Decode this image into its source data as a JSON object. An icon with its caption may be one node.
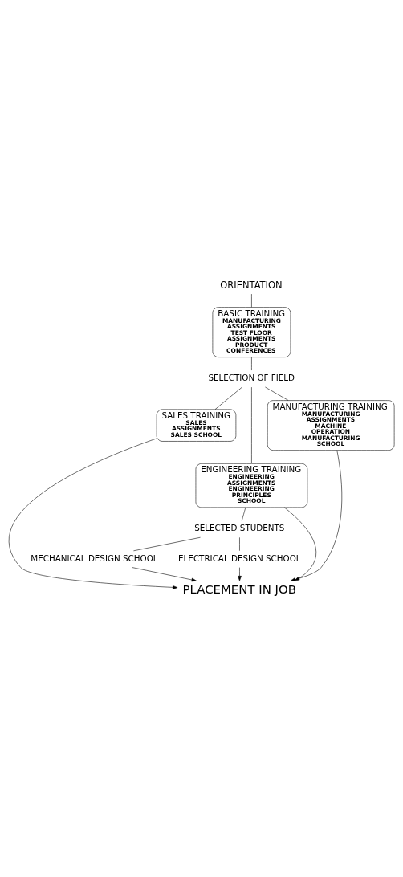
{
  "diagram": {
    "nodes": [
      {
        "text": [
          "ORIENTATION"
        ]
      },
      {
        "text": [
          "BASIC TRAINING",
          "MANUFACTURING ASSIGNMENTS",
          "TEST FLOOR ASSIGNMENTS",
          "PRODUCT CONFERENCES"
        ]
      },
      {
        "text": [
          "SELECTION OF FIELD"
        ]
      },
      {
        "text": [
          "SALES TRAINING",
          "SALES ASSIGNMENTS",
          "SALES SCHOOL"
        ]
      },
      {
        "text": [
          "MANUFACTURING TRAINING",
          "MANUFACTURING ASSIGNMENTS",
          "MACHINE OPERATION",
          "MANUFACTURING SCHOOL"
        ]
      },
      {
        "text": [
          "ENGINEERING TRAINING",
          "ENGINEERING ASSIGNMENTS",
          "ENGINEERING PRINCIPLES SCHOOL"
        ]
      },
      {
        "text": [
          "SELECTED STUDENTS"
        ]
      },
      {
        "text": [
          "ELECTRICAL DESIGN SCHOOL"
        ]
      },
      {
        "text": [
          "MECHANICAL DESIGN SCHOOL"
        ]
      },
      {
        "text": [
          "PLACEMENT IN JOB"
        ]
      }
    ],
    "edges": [
      {
        "from": 0,
        "to": 1,
        "arrow": "none"
      },
      {
        "from": 1,
        "to": 2,
        "arrow": "none"
      },
      {
        "from": 2,
        "to": 3,
        "arrow": "none"
      },
      {
        "from": 2,
        "to": 4,
        "arrow": "none"
      },
      {
        "from": 2,
        "to": 5,
        "arrow": "none"
      },
      {
        "from": 5,
        "to": 6,
        "arrow": "none"
      },
      {
        "from": 6,
        "to": 7,
        "arrow": "none"
      },
      {
        "from": 6,
        "to": 8,
        "arrow": "none"
      },
      {
        "from": 3,
        "to": 9,
        "arrow": "to"
      },
      {
        "from": 7,
        "to": 9,
        "arrow": "to"
      },
      {
        "from": 5,
        "to": 9,
        "arrow": "to"
      },
      {
        "from": 8,
        "to": 9,
        "arrow": "to"
      },
      {
        "from": 4,
        "to": 9,
        "arrow": "to"
      }
    ]
  }
}
